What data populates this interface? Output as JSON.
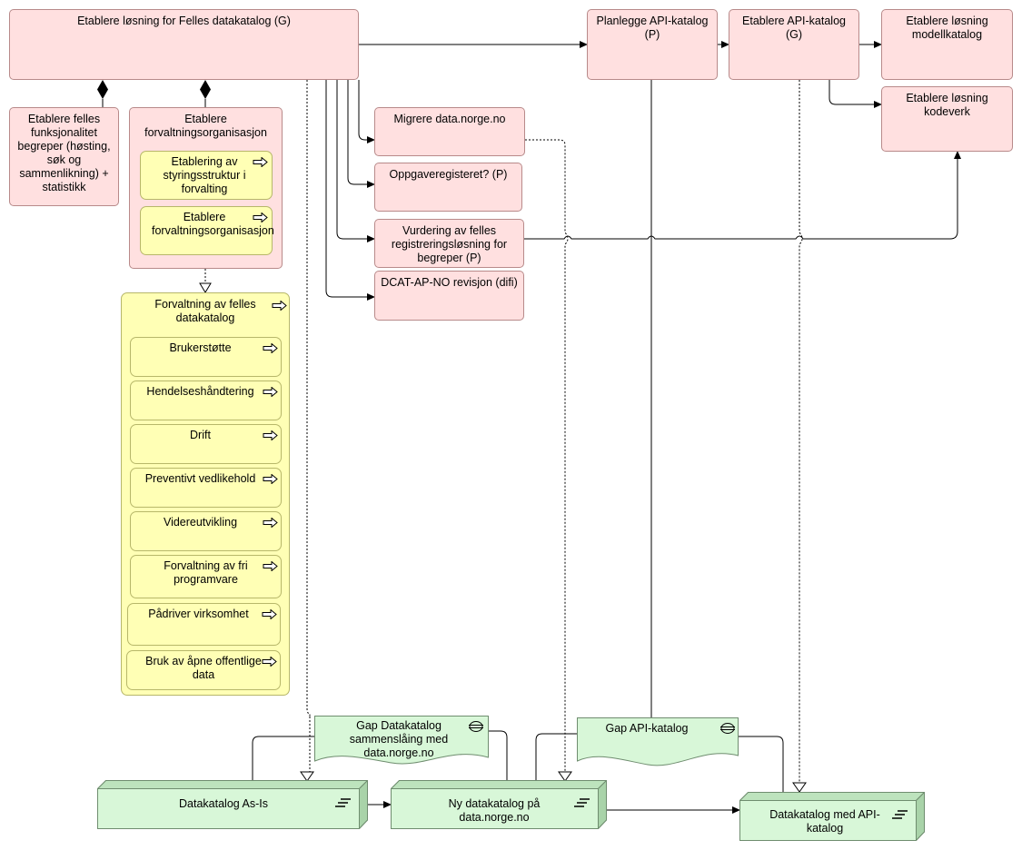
{
  "colors": {
    "work_package": "#ffe0e0",
    "business_process": "#ffffb5",
    "deliverable": "#d8f7d8",
    "border": "#888888"
  },
  "work_packages": {
    "felles_datakatalog": "Etablere løsning for Felles datakatalog (G)",
    "felles_funksjonalitet": "Etablere felles funksjonalitet begreper (høsting, søk og sammenlikning) + statistikk",
    "forvaltningsorganisasjon": "Etablere forvaltningsorganisasjon",
    "migrere": "Migrere data.norge.no",
    "oppgaveregisteret": "Oppgaveregisteret? (P)",
    "vurdering": "Vurdering av felles registreringsløsning for begreper (P)",
    "dcat": "DCAT-AP-NO revisjon (difi)",
    "planlegge_api": "Planlegge API-katalog (P)",
    "etablere_api": "Etablere API-katalog (G)",
    "modellkatalog": "Etablere løsning modellkatalog",
    "kodeverk": "Etablere løsning kodeverk"
  },
  "processes": {
    "styringsstruktur": "Etablering av styringsstruktur i forvalting",
    "forvaltningsorganisasjon": "Etablere forvaltningsorganisasjon",
    "forvaltning_group": "Forvaltning av felles datakatalog",
    "items": [
      "Brukerstøtte",
      "Hendelseshåndtering",
      "Drift",
      "Preventivt vedlikehold",
      "Videreutvikling",
      "Forvaltning av fri programvare",
      "Pådriver virksomhet",
      "Bruk av åpne offentlige data"
    ]
  },
  "gaps": {
    "datakatalog": "Gap  Datakatalog sammenslåing med data.norge.no",
    "api": "Gap API-katalog"
  },
  "plateaus": {
    "as_is": "Datakatalog As-Is",
    "ny": "Ny datakatalog på data.norge.no",
    "med_api": "Datakatalog med API-katalog"
  },
  "icons": {
    "process": "process-arrow-icon",
    "gap": "gap-icon",
    "plateau": "plateau-icon"
  }
}
